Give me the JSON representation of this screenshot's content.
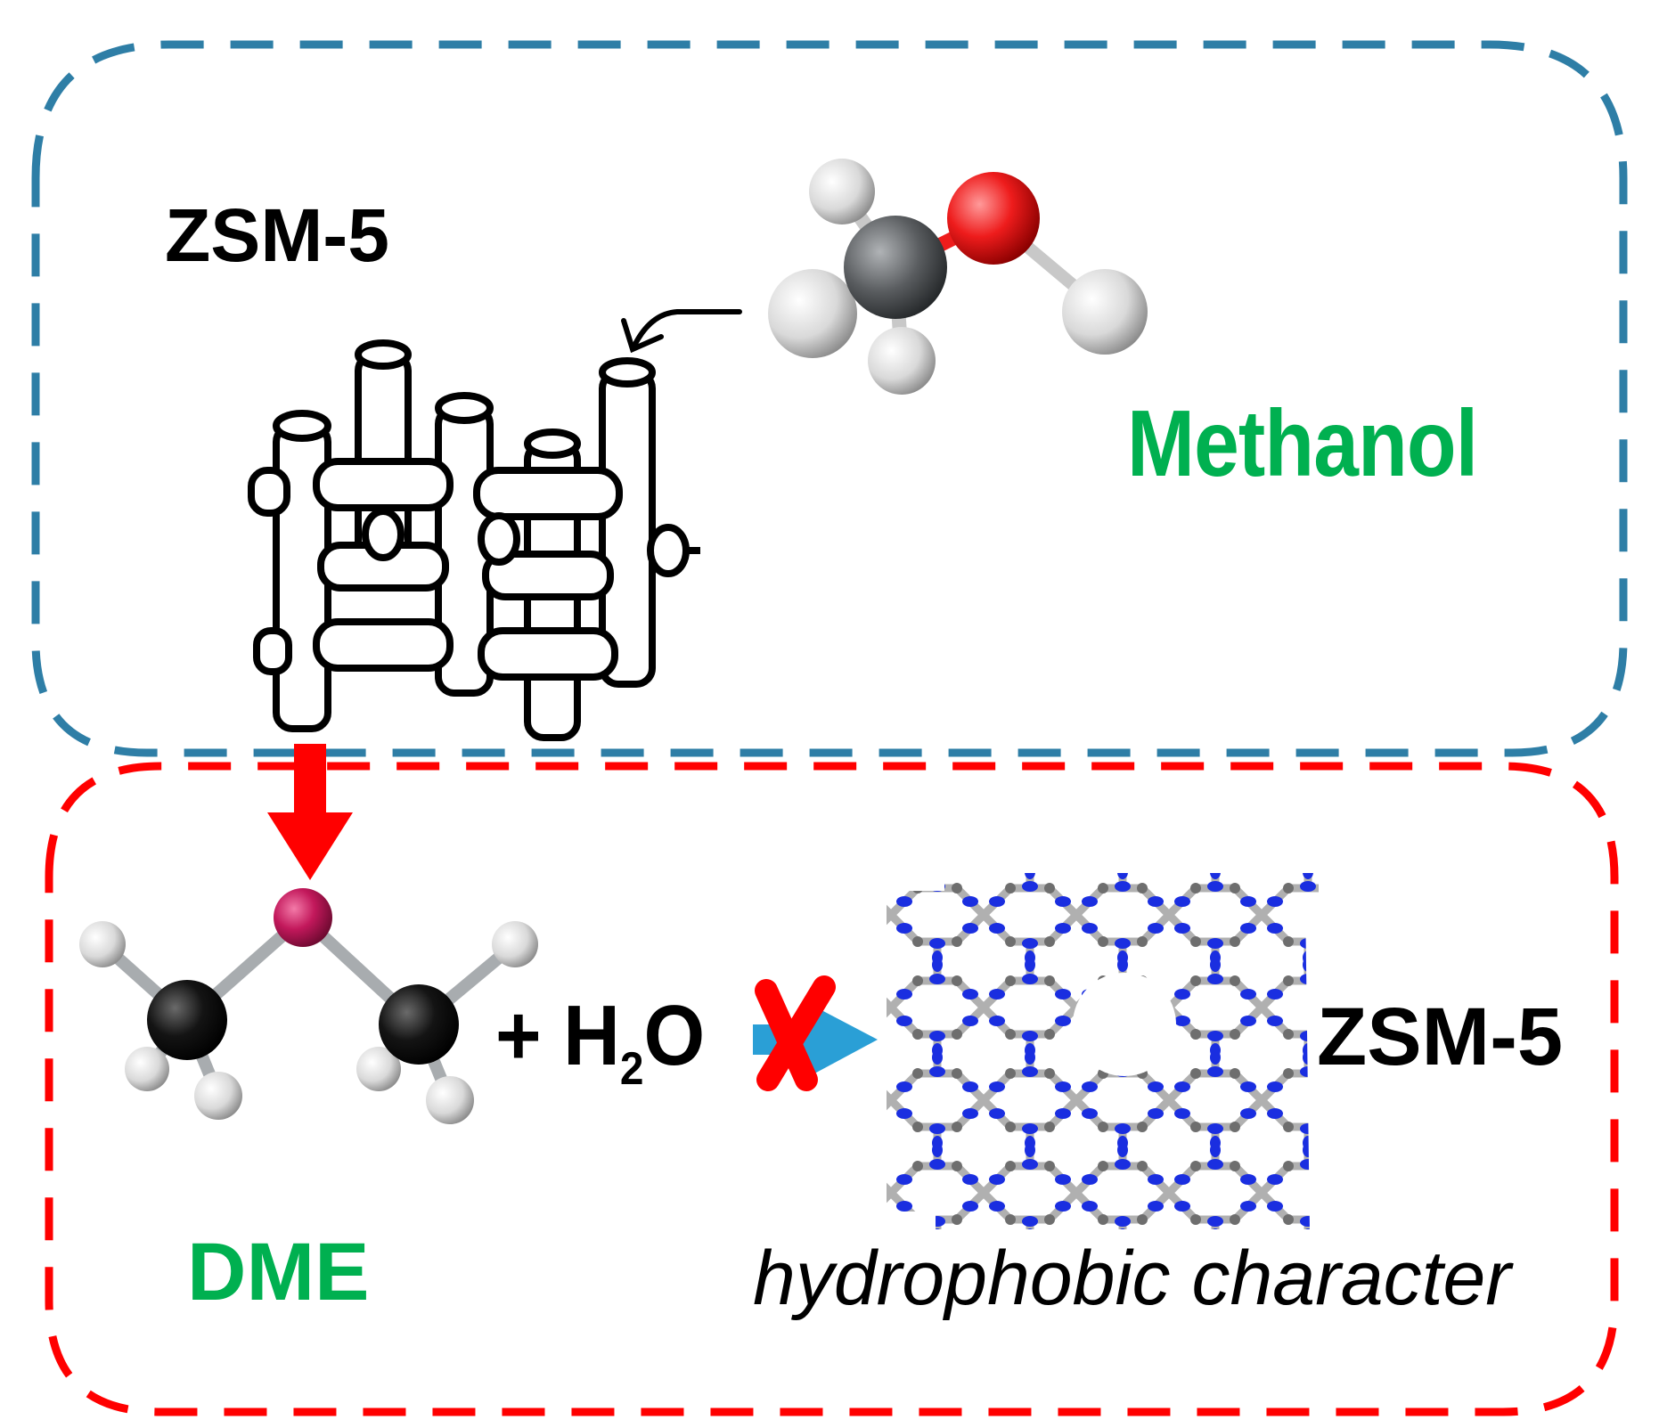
{
  "labels": {
    "zsm_top": "ZSM-5",
    "methanol": "Methanol",
    "dme": "DME",
    "water_plus": "+ H",
    "water_sub": "2",
    "water_o": "O",
    "zsm_bottom": "ZSM-5",
    "hydrophobic": "hydrophobic character"
  },
  "colors": {
    "top_box_border": "#2e7ea6",
    "bottom_box_border": "#ff0000",
    "label_green": "#00b050",
    "label_black": "#000000",
    "oxygen_red": "#ee1c1c",
    "oxygen_magenta": "#c2185b",
    "carbon_gray": "#5a5d60",
    "carbon_black": "#141414",
    "hydrogen": "#dcdcdc",
    "framework_blue": "#1a2ee0",
    "framework_gray": "#b0b0b0",
    "arrow_red": "#ff0000",
    "arrow_blue": "#2a9fd6",
    "cross_red": "#ff0000"
  },
  "icons": {
    "methanol_molecule": "ball-and-stick",
    "dme_molecule": "ball-and-stick",
    "zsm5_channels": "channel-sketch",
    "zsm5_framework": "framework-structure",
    "blocked_arrow": "cross-mark"
  }
}
